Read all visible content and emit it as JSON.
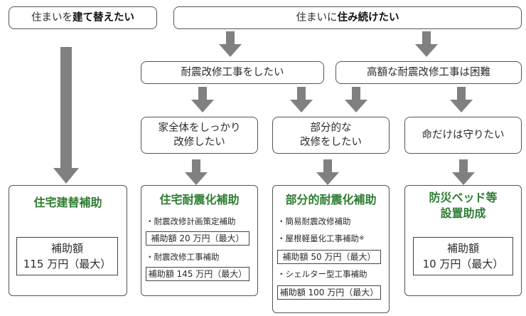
{
  "top": {
    "rebuild": {
      "prefix": "住まいを",
      "bold": "建て替えたい"
    },
    "continue": {
      "prefix": "住まいに",
      "bold": "住み続けたい"
    }
  },
  "level2": {
    "retrofit": "耐震改修工事をしたい",
    "difficult": "高額な耐震改修工事は困難"
  },
  "level3": {
    "whole": [
      "家全体をしっかり",
      "改修したい"
    ],
    "partial": [
      "部分的な",
      "改修をしたい"
    ],
    "life": "命だけは守りたい"
  },
  "results": {
    "rebuild": {
      "title": "住宅建替補助",
      "label": "補助額",
      "amount": "115 万円（最大）"
    },
    "retrofit": {
      "title": "住宅耐震化補助",
      "items": [
        {
          "bullet": "・耐震改修計画策定補助",
          "amount": "補助額 20 万円（最大）"
        },
        {
          "bullet": "・耐震改修工事補助",
          "amount": "補助額 145 万円（最大）"
        }
      ]
    },
    "partial": {
      "title": "部分的耐震化補助",
      "items": [
        {
          "bullet": "・簡易耐震改修補助"
        },
        {
          "bullet": "・屋根軽量化工事補助",
          "note": "※",
          "amount": "補助額 50 万円（最大）"
        },
        {
          "bullet": "・シェルター型工事補助",
          "amount": "補助額 100 万円（最大）"
        }
      ]
    },
    "bed": {
      "title": [
        "防災ベッド等",
        "設置助成"
      ],
      "label": "補助額",
      "amount": "10 万円（最大）"
    }
  },
  "colors": {
    "arrow": "#808080",
    "title_green": "#2e7d32",
    "border": "#555555"
  }
}
